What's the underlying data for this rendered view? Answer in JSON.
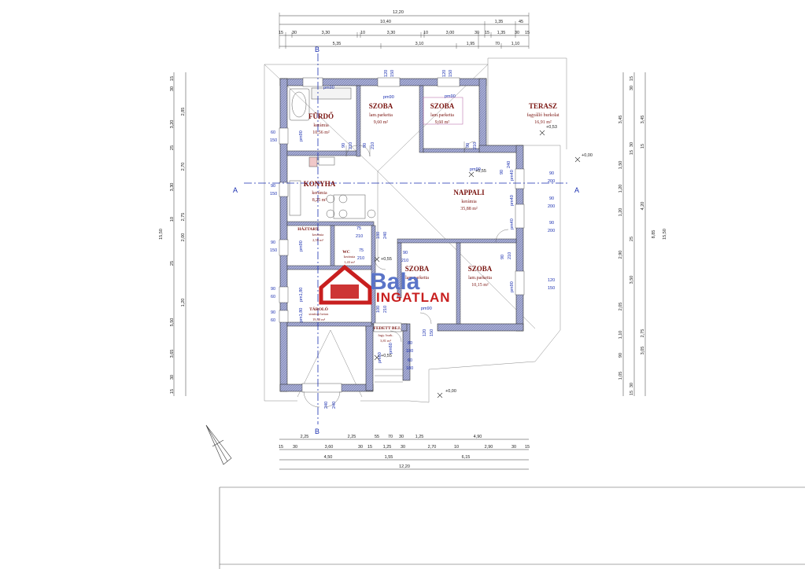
{
  "top_dims": {
    "row1": [
      "12,20"
    ],
    "row2": [
      "10,40",
      "1,35",
      "45"
    ],
    "row3": [
      "15",
      "30",
      "3,30",
      "10",
      "3,30",
      "10",
      "3,00",
      "30",
      "15",
      "1,35",
      "30",
      "15"
    ],
    "row4": [
      "5,35",
      "3,10",
      "1,95",
      "70",
      "1,10"
    ]
  },
  "bottom_dims": {
    "row1": [
      "2,25",
      "2,25",
      "55",
      "70",
      "30",
      "1,25",
      "4,90"
    ],
    "row2": [
      "15",
      "30",
      "3,60",
      "30",
      "15",
      "1,25",
      "30",
      "2,70",
      "10",
      "2,90",
      "30",
      "15"
    ],
    "row3": [
      "4,50",
      "1,55",
      "6,15"
    ],
    "row4": [
      "12,20"
    ]
  },
  "left_dims": {
    "col_a": [
      "15",
      "30",
      "2,85",
      "3,20",
      "25",
      "2,70",
      "3,30",
      "10",
      "2,75",
      "2,00",
      "25",
      "1,20",
      "5,50",
      "3,65",
      "30",
      "15"
    ],
    "col_b": [
      "15,50"
    ]
  },
  "right_dims": {
    "col_a": [
      "15",
      "30",
      "3,45",
      "30",
      "15",
      "1,50",
      "1,20",
      "1,20",
      "25",
      "2,90",
      "3,50",
      "2,05",
      "1,10",
      "90",
      "1,05",
      "30",
      "15"
    ],
    "col_b": [
      "3,45",
      "15",
      "4,20",
      "2,75",
      "3,05"
    ],
    "col_c": [
      "8,85",
      "15,50"
    ]
  },
  "rooms": [
    {
      "name": "FÜRDŐ",
      "material": "kerámia",
      "area": "10,56 m²"
    },
    {
      "name": "SZOBA",
      "material": "lam.parketta",
      "area": "9,60 m²"
    },
    {
      "name": "SZOBA",
      "material": "lam.parketta",
      "area": "9,60 m²"
    },
    {
      "name": "TERASZ",
      "material": "fagyálló burkolat",
      "area": "16,91 m²"
    },
    {
      "name": "KONYHA",
      "material": "kerámia",
      "area": "8,25 m²"
    },
    {
      "name": "NAPPALI",
      "material": "kerámia",
      "area": "35,88 m²"
    },
    {
      "name": "HÁZTART.",
      "material": "kerámia",
      "area": "2,59 m²"
    },
    {
      "name": "WC",
      "material": "kerámia",
      "area": "1,43 m²"
    },
    {
      "name": "SZOBA",
      "material": "lam.parketta",
      "area": "10,15 m²"
    },
    {
      "name": "SZOBA",
      "material": "lam.parketta",
      "area": ""
    },
    {
      "name": "TÁROLÓ",
      "material": "simított beton",
      "area": "19,30 m²"
    },
    {
      "name": "FEDETT BEJ.",
      "material": "fagy. burk.",
      "area": "3,81 m²"
    }
  ],
  "openings": [
    "pm90",
    "pm90",
    "pm90",
    "pm90",
    "pm90",
    "pm40",
    "pm40",
    "pm40",
    "pm90",
    "pm90",
    "pm90",
    "pm1,80",
    "pm1,80",
    "pm60",
    "pm60",
    "120",
    "150",
    "120",
    "150",
    "90",
    "210",
    "90",
    "210",
    "90",
    "210",
    "90",
    "200",
    "90",
    "200",
    "90",
    "200",
    "120",
    "150",
    "75",
    "210",
    "75",
    "210",
    "180",
    "240",
    "90",
    "210",
    "100",
    "210",
    "120",
    "150",
    "80",
    "180",
    "60",
    "180",
    "240",
    "240",
    "60",
    "150",
    "90",
    "150",
    "90",
    "150",
    "90",
    "60",
    "90",
    "60",
    "90",
    "240",
    "90",
    "210"
  ],
  "levels": [
    "+0,00",
    "+0,55",
    "+0,53",
    "+0,55",
    "+0,55",
    "+0,00"
  ],
  "section_labels": [
    "A",
    "A",
    "B",
    "B"
  ],
  "logo": {
    "brand": "Bala",
    "sub": "INGATLAN"
  },
  "colors": {
    "wall": "#9aa0c8",
    "wall_edge": "#333333",
    "dim_blue": "#1a2fb0",
    "room_text": "#7a1410",
    "logo_blue": "#5a74c8",
    "logo_red": "#c81f1f"
  }
}
